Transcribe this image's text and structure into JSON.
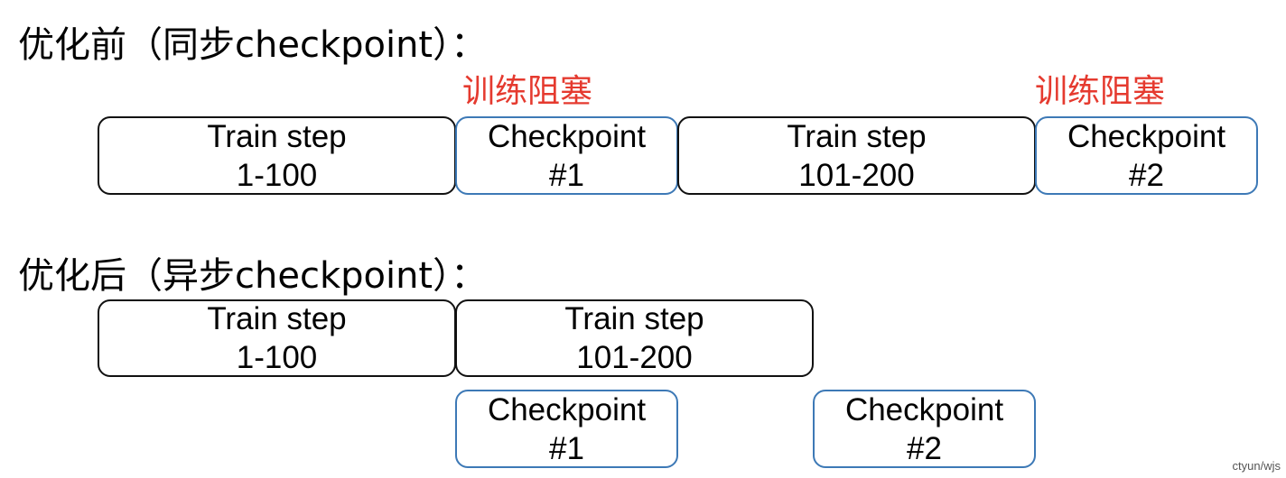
{
  "before": {
    "heading": "优化前（同步checkpoint）：",
    "block_label_1": "训练阻塞",
    "block_label_2": "训练阻塞",
    "steps": [
      {
        "line1": "Train step",
        "line2": "1-100"
      },
      {
        "line1": "Checkpoint",
        "line2": "#1"
      },
      {
        "line1": "Train step",
        "line2": "101-200"
      },
      {
        "line1": "Checkpoint",
        "line2": "#2"
      }
    ]
  },
  "after": {
    "heading": "优化后（异步checkpoint）：",
    "train_steps": [
      {
        "line1": "Train step",
        "line2": "1-100"
      },
      {
        "line1": "Train step",
        "line2": "101-200"
      }
    ],
    "checkpoints": [
      {
        "line1": "Checkpoint",
        "line2": "#1"
      },
      {
        "line1": "Checkpoint",
        "line2": "#2"
      }
    ]
  },
  "watermark": "ctyun/wjs",
  "colors": {
    "train_border": "#111111",
    "checkpoint_border": "#3d79b6",
    "block_label": "#e53a2f"
  }
}
